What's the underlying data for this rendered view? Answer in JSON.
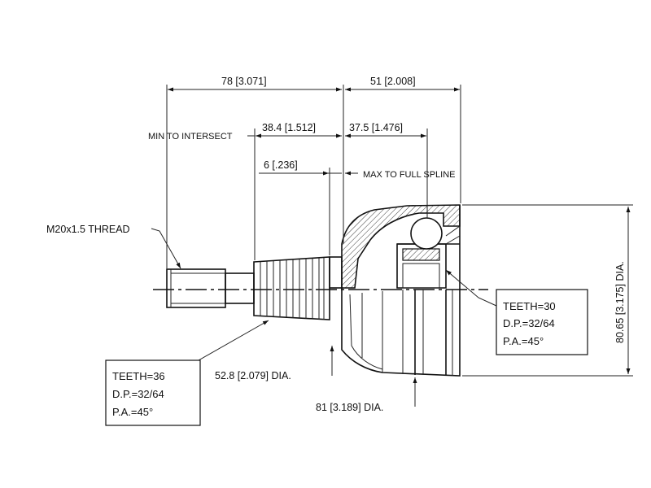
{
  "dimensions": {
    "overall_length": "78 [3.071]",
    "joint_length": "51 [2.008]",
    "min_to_intersect_label": "MIN TO INTERSECT",
    "min_to_intersect_value": "38.4 [1.512]",
    "center_offset": "37.5 [1.476]",
    "max_full_spline_value": "6 [.236]",
    "max_full_spline_label": "MAX TO FULL SPLINE",
    "thread": "M20x1.5 THREAD",
    "seal_dia": "52.8 [2.079] DIA.",
    "outer_dia": "81 [3.189] DIA.",
    "housing_dia": "80.65 [3.175] DIA."
  },
  "outer_spline_box": {
    "teeth": "TEETH=36",
    "dp": "D.P.=32/64",
    "pa": "P.A.=45°"
  },
  "inner_spline_box": {
    "teeth": "TEETH=30",
    "dp": "D.P.=32/64",
    "pa": "P.A.=45°"
  }
}
